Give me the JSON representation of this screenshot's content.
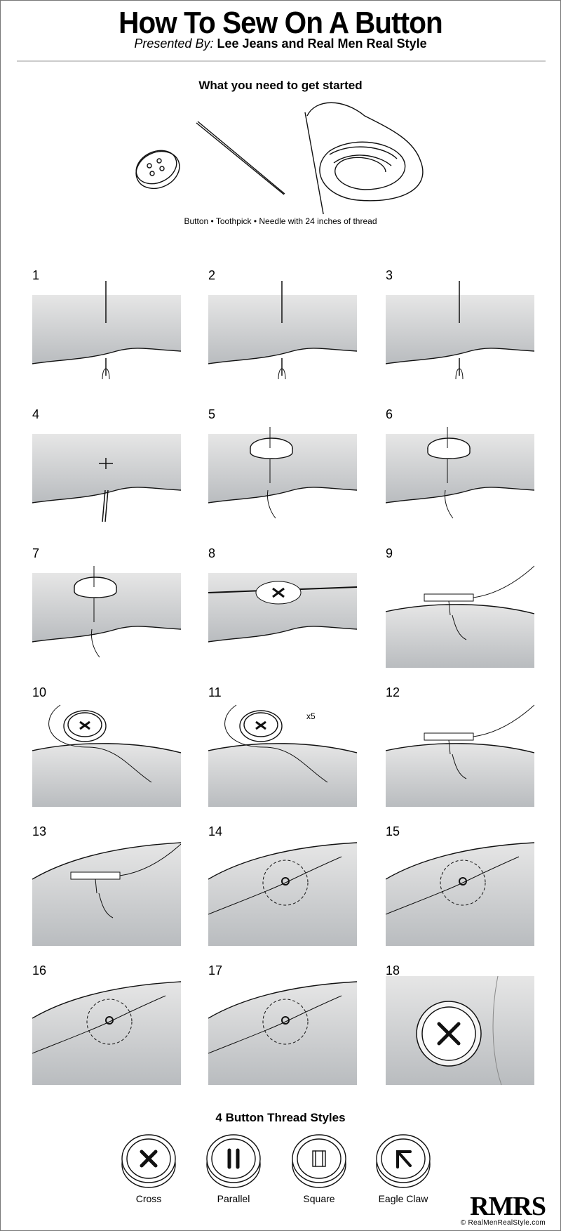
{
  "header": {
    "title": "How To Sew On A Button",
    "presented_by_label": "Presented By:",
    "presenters": "Lee Jeans and Real Men Real Style"
  },
  "supplies": {
    "heading": "What you need to get started",
    "caption": "Button • Toothpick • Needle with 24 inches of thread"
  },
  "steps": [
    {
      "number": "1",
      "scene": "needle-up"
    },
    {
      "number": "2",
      "scene": "needle-thread-knot"
    },
    {
      "number": "3",
      "scene": "stitch"
    },
    {
      "number": "4",
      "scene": "cross-stitch"
    },
    {
      "number": "5",
      "scene": "button-needle"
    },
    {
      "number": "6",
      "scene": "button-down"
    },
    {
      "number": "7",
      "scene": "button-loop"
    },
    {
      "number": "8",
      "scene": "toothpick"
    },
    {
      "number": "9",
      "scene": "remove-toothpick"
    },
    {
      "number": "10",
      "scene": "wrap"
    },
    {
      "number": "11",
      "scene": "wrap-x5",
      "annotation": "x5"
    },
    {
      "number": "12",
      "scene": "side-view"
    },
    {
      "number": "13",
      "scene": "side-needle"
    },
    {
      "number": "14",
      "scene": "knot-loop"
    },
    {
      "number": "15",
      "scene": "knot-figure"
    },
    {
      "number": "16",
      "scene": "knot-tighten"
    },
    {
      "number": "17",
      "scene": "knot-done"
    },
    {
      "number": "18",
      "scene": "finished"
    }
  ],
  "thread_styles": {
    "heading": "4 Button Thread Styles",
    "items": [
      {
        "label": "Cross",
        "pattern": "cross"
      },
      {
        "label": "Parallel",
        "pattern": "parallel"
      },
      {
        "label": "Square",
        "pattern": "square"
      },
      {
        "label": "Eagle Claw",
        "pattern": "eagle"
      }
    ]
  },
  "logo": {
    "text": "RMRS",
    "site": "© RealMenRealStyle.com"
  },
  "colors": {
    "fabric_top": "#e6e6e6",
    "fabric_bottom": "#b9bcbf",
    "line": "#111111"
  }
}
